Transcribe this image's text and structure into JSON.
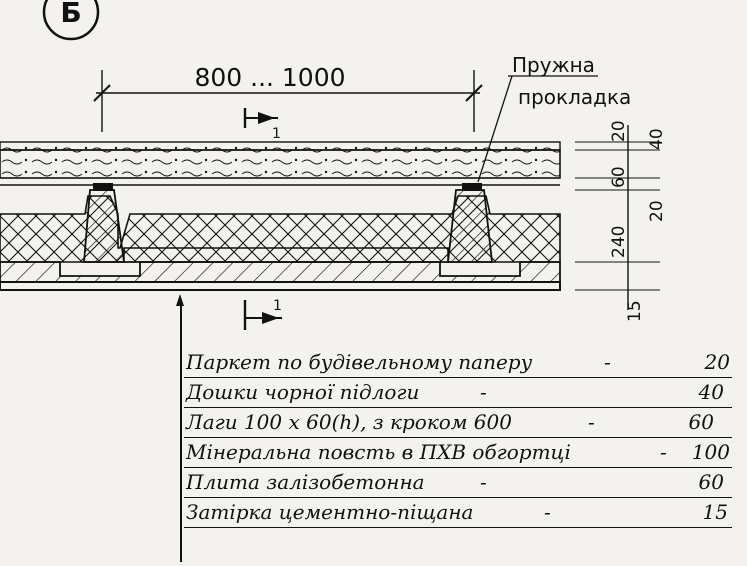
{
  "section": {
    "mark": "Б"
  },
  "dimensions": {
    "span": "800 ... 1000",
    "thickness": [
      "20",
      "40",
      "60",
      "20",
      "240",
      "15"
    ]
  },
  "callout": {
    "line1": "Пружна",
    "line2": "прокладка"
  },
  "section_marker": "1",
  "legend": {
    "rows": [
      {
        "label": "Паркет по будівельному паперу",
        "sep": "-",
        "value": "20"
      },
      {
        "label": "Дошки чорної підлоги",
        "sep": "-",
        "value": "40"
      },
      {
        "label": "Лаги  100 х 60(h), з кроком 600",
        "sep": "-",
        "value": "60"
      },
      {
        "label": "Мінеральна повсть в ПХВ обгортці",
        "sep": "-",
        "value": "100"
      },
      {
        "label": "Плита залізобетонна",
        "sep": "-",
        "value": "60"
      },
      {
        "label": "Затірка цементно-піщана",
        "sep": "-",
        "value": "15"
      }
    ]
  },
  "colors": {
    "ink": "#111111",
    "paper": "#f4f2ee"
  }
}
